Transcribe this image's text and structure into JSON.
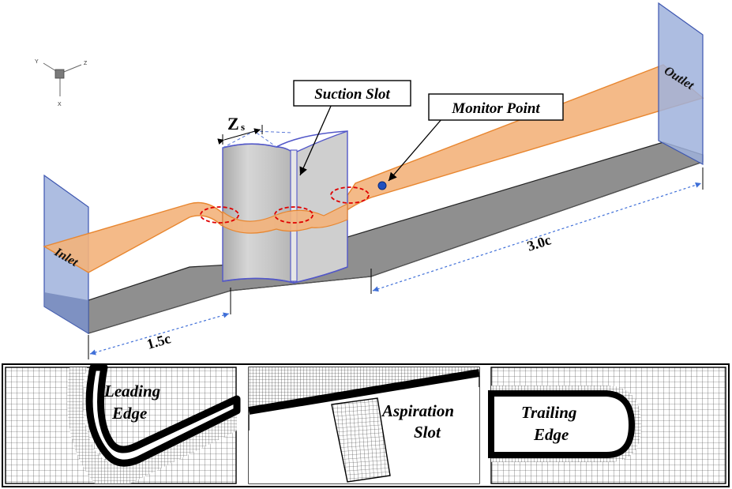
{
  "domain": "Diagram",
  "colors": {
    "inlet_outlet": "#9fb2dc",
    "inlet_outlet_edge": "#3d56b0",
    "orange_plane": "#f3b27b",
    "orange_edge": "#e8862f",
    "floor": "#8f8f8f",
    "floor_edge": "#222222",
    "blade": "#c2c2c2",
    "blade_edge": "#5257c8",
    "dimension": "#3f6fd8",
    "highlight": "#e00000",
    "monitor_point": "#1f4fbf"
  },
  "axes": {
    "y": "Y",
    "z": "Z",
    "x": "X"
  },
  "labels": {
    "inlet": "Inlet",
    "outlet": "Outlet",
    "suction_slot": "Suction Slot",
    "monitor_point": "Monitor Point",
    "zs_main": "Z",
    "zs_sub": "s",
    "upstream_length": "1.5c",
    "downstream_length": "3.0c"
  },
  "mesh_panels": [
    {
      "id": "leading",
      "line1": "Leading",
      "line2": "Edge"
    },
    {
      "id": "aspiration",
      "line1": "Aspiration",
      "line2": "Slot"
    },
    {
      "id": "trailing",
      "line1": "Trailing",
      "line2": "Edge"
    }
  ],
  "icons": [
    "coordinate-axes-icon",
    "monitor-point-icon"
  ]
}
